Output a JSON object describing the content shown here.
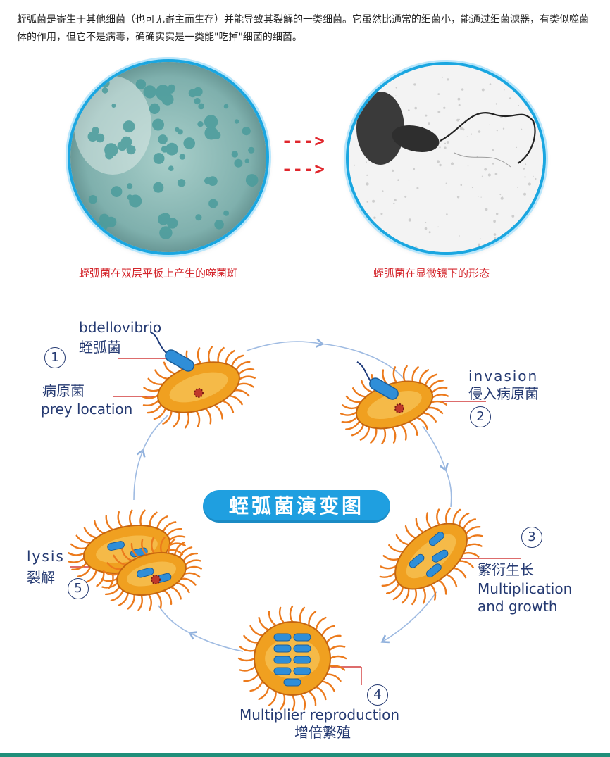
{
  "intro": {
    "text": "蛭弧菌是寄生于其他细菌（也可无寄主而生存）并能导致其裂解的一类细菌。它虽然比通常的细菌小，能通过细菌滤器，有类似噬菌体的作用，但它不是病毒，确确实实是一类能\"吃掉\"细菌的细菌。"
  },
  "photos": {
    "left_caption": "蛭弧菌在双层平板上产生的噬菌斑",
    "right_caption": "蛭弧菌在显微镜下的形态",
    "arrow_top": "--->",
    "arrow_bottom": "--->"
  },
  "diagram": {
    "title": "蛭弧菌演变图",
    "steps": [
      {
        "num": "1",
        "label_en": "bdellovibrio",
        "label_zh": "蛭弧菌",
        "prey_zh": "病原菌",
        "prey_en": "prey location"
      },
      {
        "num": "2",
        "label_en": "invasion",
        "label_zh": "侵入病原菌"
      },
      {
        "num": "3",
        "label_zh": "繁衍生长",
        "label_en_1": "Multiplication",
        "label_en_2": "and growth"
      },
      {
        "num": "4",
        "label_en": "Multiplier reproduction",
        "label_zh": "增倍繁殖"
      },
      {
        "num": "5",
        "label_en": "lysis",
        "label_zh": "裂解"
      }
    ]
  },
  "colors": {
    "accent": "#1f9fe0",
    "caption_red": "#d4262c",
    "label_navy": "#253a72",
    "bacterium_orange": "#f0a020",
    "hair_orange": "#ec7a1c",
    "vibrio_blue": "#2f8ed8",
    "leader_red": "#d23b3b"
  }
}
